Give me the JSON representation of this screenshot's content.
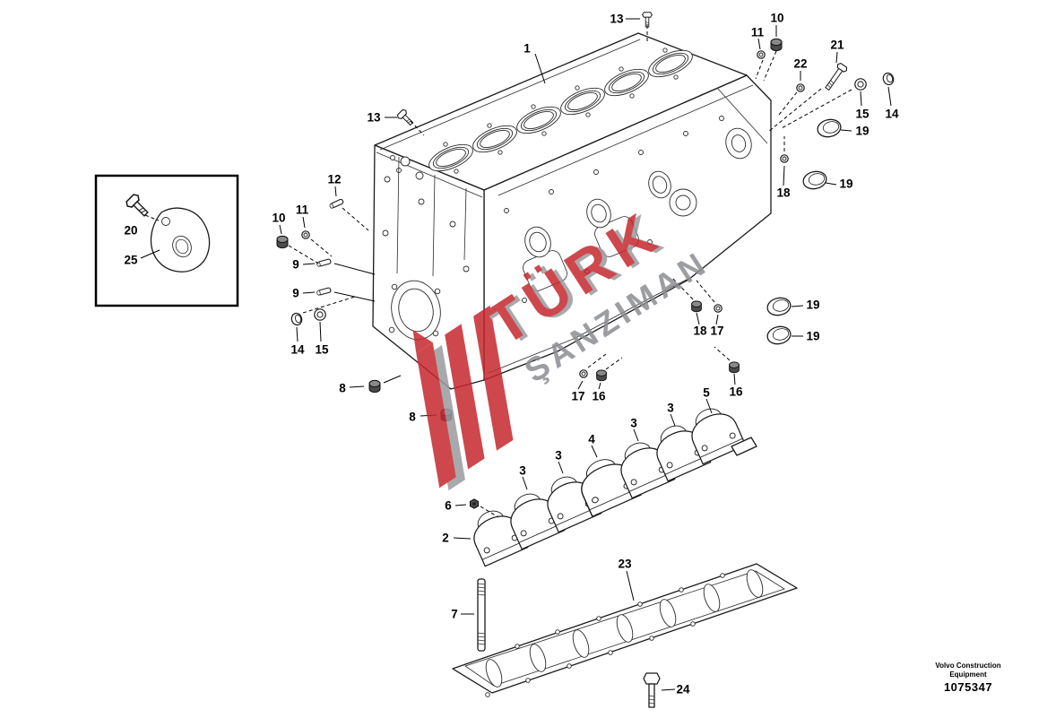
{
  "watermark": {
    "line1": "TÜRK",
    "line2": "ŞANZIMAN",
    "logo_color": "#c5272e",
    "line1_color": "#c5272e",
    "line2_color": "#8d8e92",
    "shadow_color": "#9a9b9e"
  },
  "footer": {
    "brand_line1": "Volvo Construction",
    "brand_line2": "Equipment",
    "document_number": "1075347"
  },
  "callouts": [
    {
      "label": "13"
    },
    {
      "label": "1"
    },
    {
      "label": "10"
    },
    {
      "label": "11"
    },
    {
      "label": "21"
    },
    {
      "label": "22"
    },
    {
      "label": "15"
    },
    {
      "label": "14"
    },
    {
      "label": "19"
    },
    {
      "label": "19"
    },
    {
      "label": "18"
    },
    {
      "label": "13"
    },
    {
      "label": "12"
    },
    {
      "label": "10"
    },
    {
      "label": "11"
    },
    {
      "label": "9"
    },
    {
      "label": "9"
    },
    {
      "label": "14"
    },
    {
      "label": "15"
    },
    {
      "label": "8"
    },
    {
      "label": "8"
    },
    {
      "label": "19"
    },
    {
      "label": "19"
    },
    {
      "label": "18"
    },
    {
      "label": "17"
    },
    {
      "label": "17"
    },
    {
      "label": "16"
    },
    {
      "label": "16"
    },
    {
      "label": "5"
    },
    {
      "label": "3"
    },
    {
      "label": "3"
    },
    {
      "label": "4"
    },
    {
      "label": "3"
    },
    {
      "label": "3"
    },
    {
      "label": "6"
    },
    {
      "label": "2"
    },
    {
      "label": "7"
    },
    {
      "label": "23"
    },
    {
      "label": "24"
    },
    {
      "label": "20"
    },
    {
      "label": "25"
    }
  ]
}
